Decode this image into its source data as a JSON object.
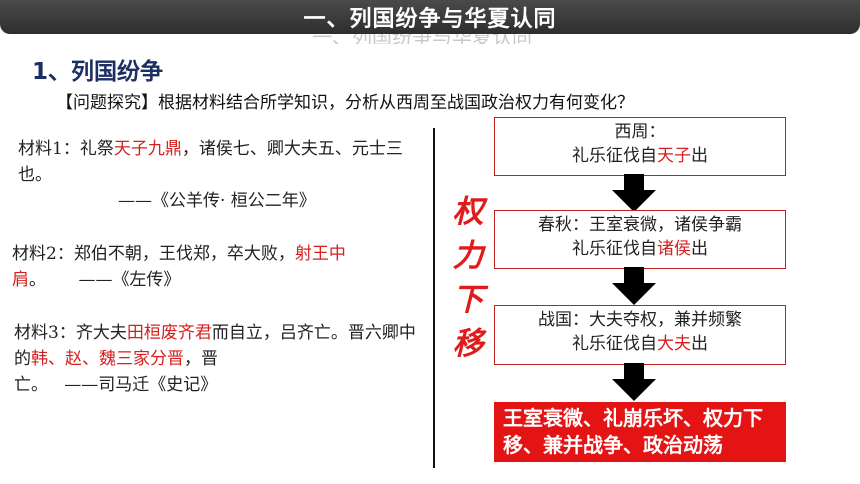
{
  "header": {
    "title": "一、列国纷争与华夏认同",
    "ghost_text": "一、列国纷争与华夏认同"
  },
  "section": {
    "heading": "1、列国纷争",
    "question": "【问题探究】根据材料结合所学知识，分析从西周至战国政治权力有何变化？"
  },
  "materials": {
    "m1": {
      "prefix": "材料1：礼祭",
      "highlight": "天子九鼎",
      "rest": "，诸侯七、卿大夫五、元士三也。",
      "source": "——《公羊传· 桓公二年》"
    },
    "m2": {
      "prefix": "材料2：郑伯不朝，王伐郑，卒大败，",
      "highlight": "射王中肩",
      "rest": "。",
      "source": "——《左传》"
    },
    "m3": {
      "prefix": "材料3：齐大夫",
      "highlight1": "田桓废齐君",
      "mid": "而自立，吕齐亡。晋六卿中的",
      "highlight2": "韩、赵、魏三家分晋",
      "rest": "，晋亡。",
      "source": "——司马迁《史记》"
    }
  },
  "vertical_label": [
    "权",
    "力",
    "下",
    "移"
  ],
  "flow": {
    "box1": {
      "line1": "西周：",
      "line2_prefix": "礼乐征伐自",
      "line2_highlight": "天子",
      "line2_suffix": "出"
    },
    "box2": {
      "line1": "春秋：王室衰微，诸侯争霸",
      "line2_prefix": "礼乐征伐自",
      "line2_highlight": "诸侯",
      "line2_suffix": "出"
    },
    "box3": {
      "line1": "战国：大夫夺权，兼并频繁",
      "line2_prefix": "礼乐征伐自",
      "line2_highlight": "大夫",
      "line2_suffix": "出"
    },
    "conclusion": "王室衰微、礼崩乐坏、权力下移、兼并战争、政治动荡"
  },
  "colors": {
    "accent_red": "#d6201e",
    "heading_blue": "#1b2f63",
    "title_bar": "#3a3a3a"
  }
}
